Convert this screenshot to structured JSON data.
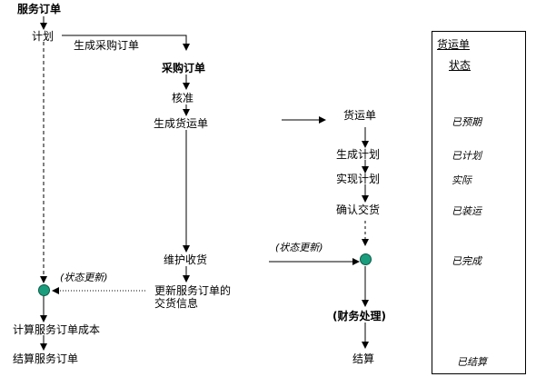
{
  "left": {
    "title": "服务订单",
    "step1": "计划",
    "step_cost": "计算服务订单成本",
    "step_settle": "结算服务订单",
    "status_note": "(状态更新)"
  },
  "middle": {
    "branch_label": "生成采购订单",
    "title": "采购订单",
    "step_approve": "核准",
    "step_gen_delivery": "生成货运单",
    "step_receipt": "维护收货",
    "step_update_line1": "更新服务订单的",
    "step_update_line2": "交货信息"
  },
  "right": {
    "title": "货运单",
    "step_plan": "生成计划",
    "step_actual": "实现计划",
    "step_confirm": "确认交货",
    "status_note": "(状态更新)",
    "step_finance": "(财务处理)",
    "step_settle": "结算"
  },
  "status_panel": {
    "title": "货运单",
    "subtitle": "状态",
    "items": [
      "已预期",
      "已计划",
      "实际",
      "已装运",
      "已完成",
      "已结算"
    ]
  },
  "colors": {
    "node": "#1a9d7d"
  }
}
